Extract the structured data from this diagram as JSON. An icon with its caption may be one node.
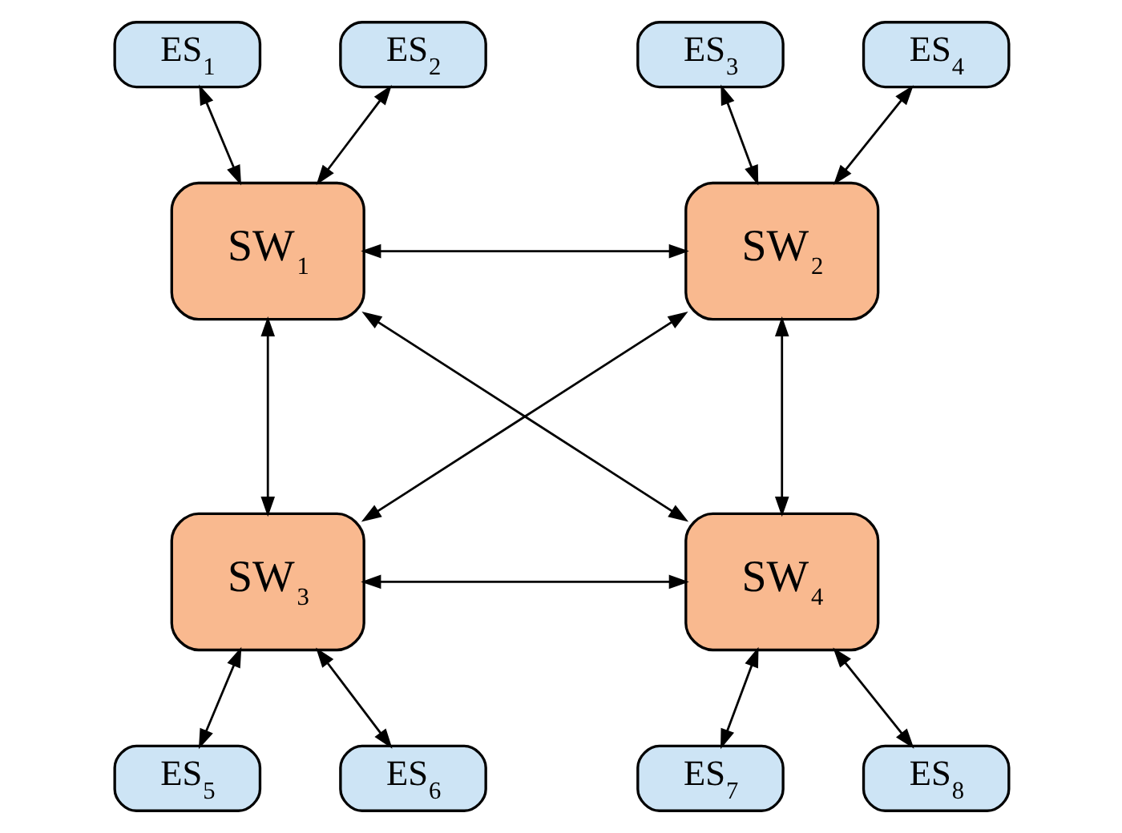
{
  "diagram": {
    "nodes": [
      {
        "text": [
          "ES$_{1}$"
        ]
      },
      {
        "text": [
          "ES$_{2}$"
        ]
      },
      {
        "text": [
          "ES$_{3}$"
        ]
      },
      {
        "text": [
          "ES$_{4}$"
        ]
      },
      {
        "text": [
          "SW$_{1}$"
        ]
      },
      {
        "text": [
          "SW$_{2}$"
        ]
      },
      {
        "text": [
          "SW$_{3}$"
        ]
      },
      {
        "text": [
          "SW$_{4}$"
        ]
      },
      {
        "text": [
          "ES$_{5}$"
        ]
      },
      {
        "text": [
          "ES$_{6}$"
        ]
      },
      {
        "text": [
          "ES$_{7}$"
        ]
      },
      {
        "text": [
          "ES$_{8}$"
        ]
      }
    ],
    "edges": [
      {
        "from": 0,
        "to": 4,
        "arrow": "both"
      },
      {
        "from": 1,
        "to": 4,
        "arrow": "both"
      },
      {
        "from": 2,
        "to": 5,
        "arrow": "both"
      },
      {
        "from": 3,
        "to": 5,
        "arrow": "both"
      },
      {
        "from": 4,
        "to": 5,
        "arrow": "both"
      },
      {
        "from": 4,
        "to": 6,
        "arrow": "both"
      },
      {
        "from": 4,
        "to": 7,
        "arrow": "both"
      },
      {
        "from": 5,
        "to": 6,
        "arrow": "both"
      },
      {
        "from": 5,
        "to": 7,
        "arrow": "both"
      },
      {
        "from": 6,
        "to": 7,
        "arrow": "both"
      },
      {
        "from": 6,
        "to": 8,
        "arrow": "both"
      },
      {
        "from": 6,
        "to": 9,
        "arrow": "both"
      },
      {
        "from": 7,
        "to": 10,
        "arrow": "both"
      },
      {
        "from": 7,
        "to": 11,
        "arrow": "both"
      }
    ]
  }
}
